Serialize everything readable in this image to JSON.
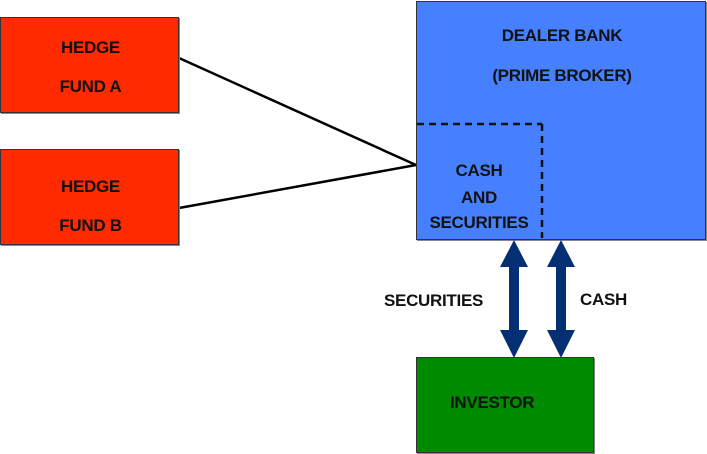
{
  "diagram": {
    "nodes": {
      "hedge_fund_a": {
        "line1": "HEDGE",
        "line2": "FUND A",
        "color": "#ff2a00"
      },
      "hedge_fund_b": {
        "line1": "HEDGE",
        "line2": "FUND B",
        "color": "#ff2a00"
      },
      "dealer_bank": {
        "line1": "DEALER BANK",
        "line2": "(PRIME BROKER)",
        "color": "#4680ff"
      },
      "cash_and_securities": {
        "line1": "CASH",
        "line2": "AND",
        "line3": "SECURITIES"
      },
      "investor": {
        "label": "INVESTOR",
        "color": "#008a00"
      }
    },
    "edges": {
      "securities_label": "SECURITIES",
      "cash_label": "CASH",
      "arrow_color": "#043073"
    }
  }
}
